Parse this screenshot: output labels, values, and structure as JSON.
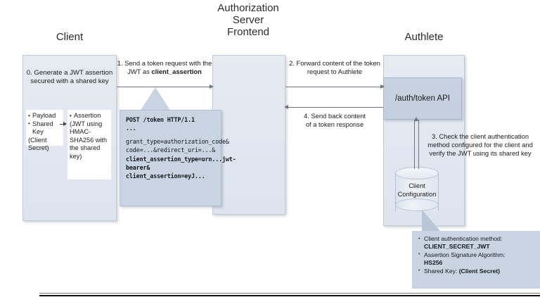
{
  "diagram": {
    "title_client": "Client",
    "title_as": "Authorization\nServer\nFrontend",
    "title_as_line1": "Authorization",
    "title_as_line2": "Server",
    "title_as_line3": "Frontend",
    "title_authlete": "Authlete"
  },
  "client": {
    "step0_line1": "0. Generate a JWT assertion",
    "step0_line2": "secured with a shared key",
    "note_left": {
      "items": [
        "Payload",
        "Shared Key"
      ],
      "continuation_line1": "(Client",
      "continuation_line2": "Secret)"
    },
    "note_right": {
      "items": [
        "Assertion"
      ],
      "continuation_line1": "(JWT using",
      "continuation_line2": "HMAC-",
      "continuation_line3": "SHA256 with",
      "continuation_line4": "the shared",
      "continuation_line5": "key)"
    }
  },
  "code": {
    "line1": "POST /token HTTP/1.1",
    "line2": "...",
    "line3": "grant_type=authorization_code&",
    "line4": "code=...&redirect_uri=...&",
    "line5": "client_assertion_type=urn...jwt-bearer&",
    "line6": "client_assertion=eyJ..."
  },
  "flows": {
    "step1_line1": "1. Send a token request with the",
    "step1_line2_prefix": "JWT as ",
    "step1_line2_bold": "client_assertion",
    "step2_line1": "2. Forward content of the token",
    "step2_line2": "request to Authlete",
    "step4_line1": "4. Send back content",
    "step4_line2": "of a token response",
    "step3_line1": "3. Check the client authentication",
    "step3_line2": "method configured for the client and",
    "step3_line3": "verify the JWT using its shared key"
  },
  "authlete": {
    "api_label": "/auth/token API",
    "db_line1": "Client",
    "db_line2": "Configuration"
  },
  "callout": {
    "item1_label": "Client authentication method:",
    "item1_value": "CLIENT_SECRET_JWT",
    "item2_label": "Assertion Signature Algorithm:",
    "item2_value": "HS256",
    "item3_label_prefix": "Shared Key: ",
    "item3_value": "(Client Secret)"
  },
  "colors": {
    "box_fill": "#e2e8f0",
    "box_border": "#c2ccd9",
    "balloon_fill": "#c9d4e2",
    "api_fill": "#c5d0e0",
    "arrow": "#6b7380",
    "text": "#1a1a1a"
  }
}
